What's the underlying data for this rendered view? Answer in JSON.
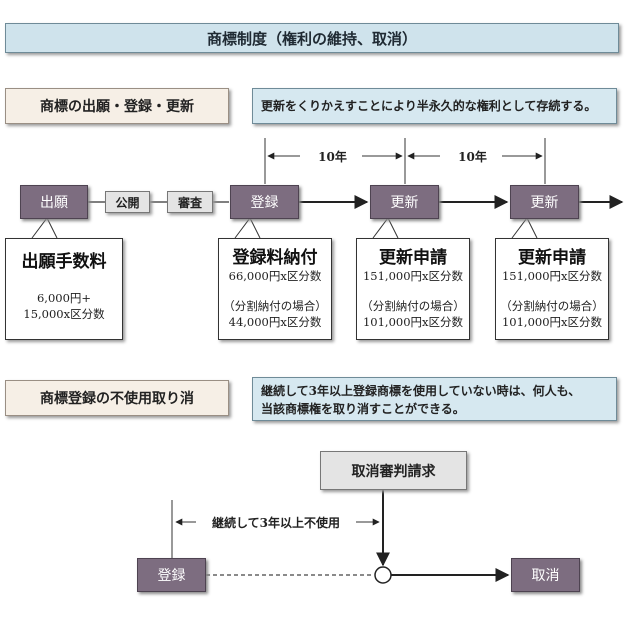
{
  "title": "商標制度（権利の維持、取消）",
  "section1": {
    "label": "商標の出願・登録・更新",
    "note": "更新をくりかえすことにより半永久的な権利として存続する。"
  },
  "timeline": {
    "period_1": "10年",
    "period_2": "10年",
    "nodes": {
      "application": "出願",
      "publication": "公開",
      "examination": "審査",
      "registration": "登録",
      "renewal_1": "更新",
      "renewal_2": "更新"
    }
  },
  "fee_boxes": {
    "application_fee": {
      "title": "出願手数料",
      "line1": "6,000円+",
      "line2": "15,000x区分数"
    },
    "registration_fee": {
      "title": "登録料納付",
      "line1": "66,000円x区分数",
      "line2": "（分割納付の場合）",
      "line3": "44,000円x区分数"
    },
    "renewal_fee_1": {
      "title": "更新申請",
      "line1": "151,000円x区分数",
      "line2": "（分割納付の場合）",
      "line3": "101,000円x区分数"
    },
    "renewal_fee_2": {
      "title": "更新申請",
      "line1": "151,000円x区分数",
      "line2": "（分割納付の場合）",
      "line3": "101,000円x区分数"
    }
  },
  "section2": {
    "label": "商標登録の不使用取り消",
    "note_line1": "継続して3年以上登録商標を使用していない時は、何人も、",
    "note_line2": "当該商標権を取り消すことができる。"
  },
  "cancellation": {
    "request": "取消審判請求",
    "period": "継続して3年以上不使用",
    "registration": "登録",
    "cancel": "取消"
  }
}
